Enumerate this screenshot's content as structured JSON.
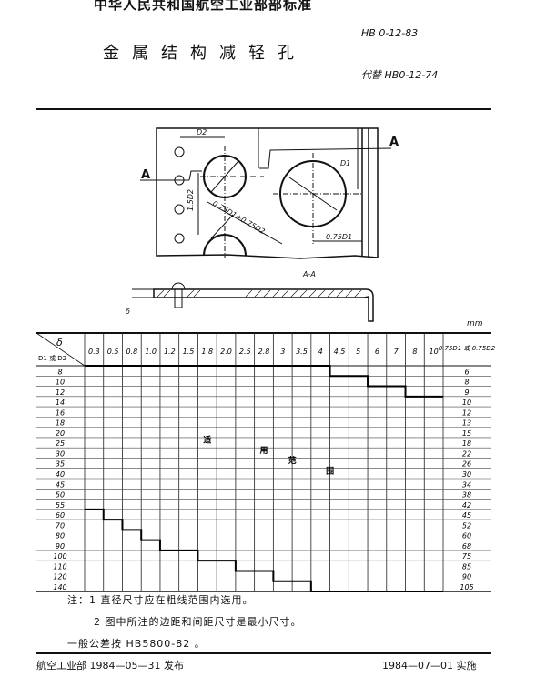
{
  "header": {
    "organization": "中华人民共和国航空工业部部标准",
    "standard_no": "HB 0-12-83",
    "title": "金属结构减轻孔",
    "replaces": "代替 HB0-12-74"
  },
  "drawing": {
    "label_D2": "D2",
    "label_D1": "D1",
    "label_1_5D2": "1.5D2",
    "label_sum": "0.75D1+0.75D2",
    "label_075D1": "0.75D1",
    "section_mark": "A",
    "section_title": "A-A",
    "label_delta": "δ"
  },
  "unit": "mm",
  "table": {
    "corner_delta": "δ",
    "corner_d": "D1 或 D2",
    "last_header": "0.75D1 或 0.75D2",
    "thickness": [
      "0.3",
      "0.5",
      "0.8",
      "1.0",
      "1.2",
      "1.5",
      "1.8",
      "2.0",
      "2.5",
      "2.8",
      "3",
      "3.5",
      "4",
      "4.5",
      "5",
      "6",
      "7",
      "8",
      "10"
    ],
    "diameters": [
      "8",
      "10",
      "12",
      "14",
      "16",
      "18",
      "20",
      "25",
      "30",
      "35",
      "40",
      "45",
      "50",
      "55",
      "60",
      "70",
      "80",
      "90",
      "100",
      "110",
      "120",
      "140"
    ],
    "spacing": [
      "6",
      "8",
      "9",
      "10",
      "12",
      "13",
      "15",
      "18",
      "22",
      "26",
      "30",
      "34",
      "38",
      "42",
      "45",
      "52",
      "60",
      "68",
      "75",
      "85",
      "90",
      "105"
    ],
    "region_label": [
      "适",
      "用",
      "范",
      "围"
    ],
    "applicable_min_diameter": [
      "8",
      "8",
      "8",
      "8",
      "8",
      "8",
      "8",
      "8",
      "8",
      "8",
      "8",
      "8",
      "8",
      "10",
      "10",
      "12",
      "12",
      "14",
      "14"
    ],
    "applicable_max_diameter": [
      "55",
      "60",
      "70",
      "80",
      "90",
      "90",
      "100",
      "100",
      "110",
      "110",
      "120",
      "120",
      "140",
      "140",
      "140",
      "140",
      "140",
      "140",
      "140"
    ]
  },
  "notes": [
    "注：1 直径尺寸应在粗线范围内选用。",
    "2 图中所注的边距和间距尺寸是最小尺寸。",
    "一般公差按 HB5800-82 。"
  ],
  "footer": {
    "issued": "航空工业部 1984—05—31 发布",
    "effective": "1984—07—01 实施"
  }
}
